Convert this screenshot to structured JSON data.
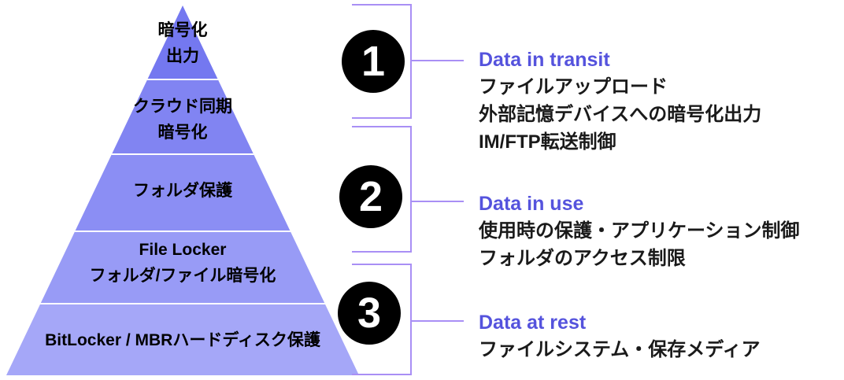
{
  "pyramid": {
    "levels": [
      {
        "label_lines": [
          "暗号化",
          "出力"
        ],
        "color": "#7478f0"
      },
      {
        "label_lines": [
          "クラウド同期",
          "暗号化"
        ],
        "color": "#8184f2"
      },
      {
        "label_lines": [
          "フォルダ保護"
        ],
        "color": "#8b8ef4"
      },
      {
        "label_lines": [
          "File Locker",
          "フォルダ/ファイル暗号化"
        ],
        "color": "#989bf6"
      },
      {
        "label_lines": [
          "BitLocker / MBRハードディスク保護"
        ],
        "color": "#a5a7f8"
      }
    ]
  },
  "callouts": [
    {
      "number": "1",
      "heading": "Data in transit",
      "lines": [
        "ファイルアップロード",
        "外部記憶デバイスへの暗号化出力",
        "IM/FTP転送制御"
      ]
    },
    {
      "number": "2",
      "heading": "Data in use",
      "lines": [
        "使用時の保護・アプリケーション制御",
        "フォルダのアクセス制限"
      ]
    },
    {
      "number": "3",
      "heading": "Data at rest",
      "lines": [
        "ファイルシステム・保存メディア"
      ]
    }
  ],
  "colors": {
    "heading": "#5553dd",
    "bracket": "#a98ff5",
    "badge_bg": "#000000",
    "badge_text": "#ffffff",
    "divider": "#ffffff"
  }
}
